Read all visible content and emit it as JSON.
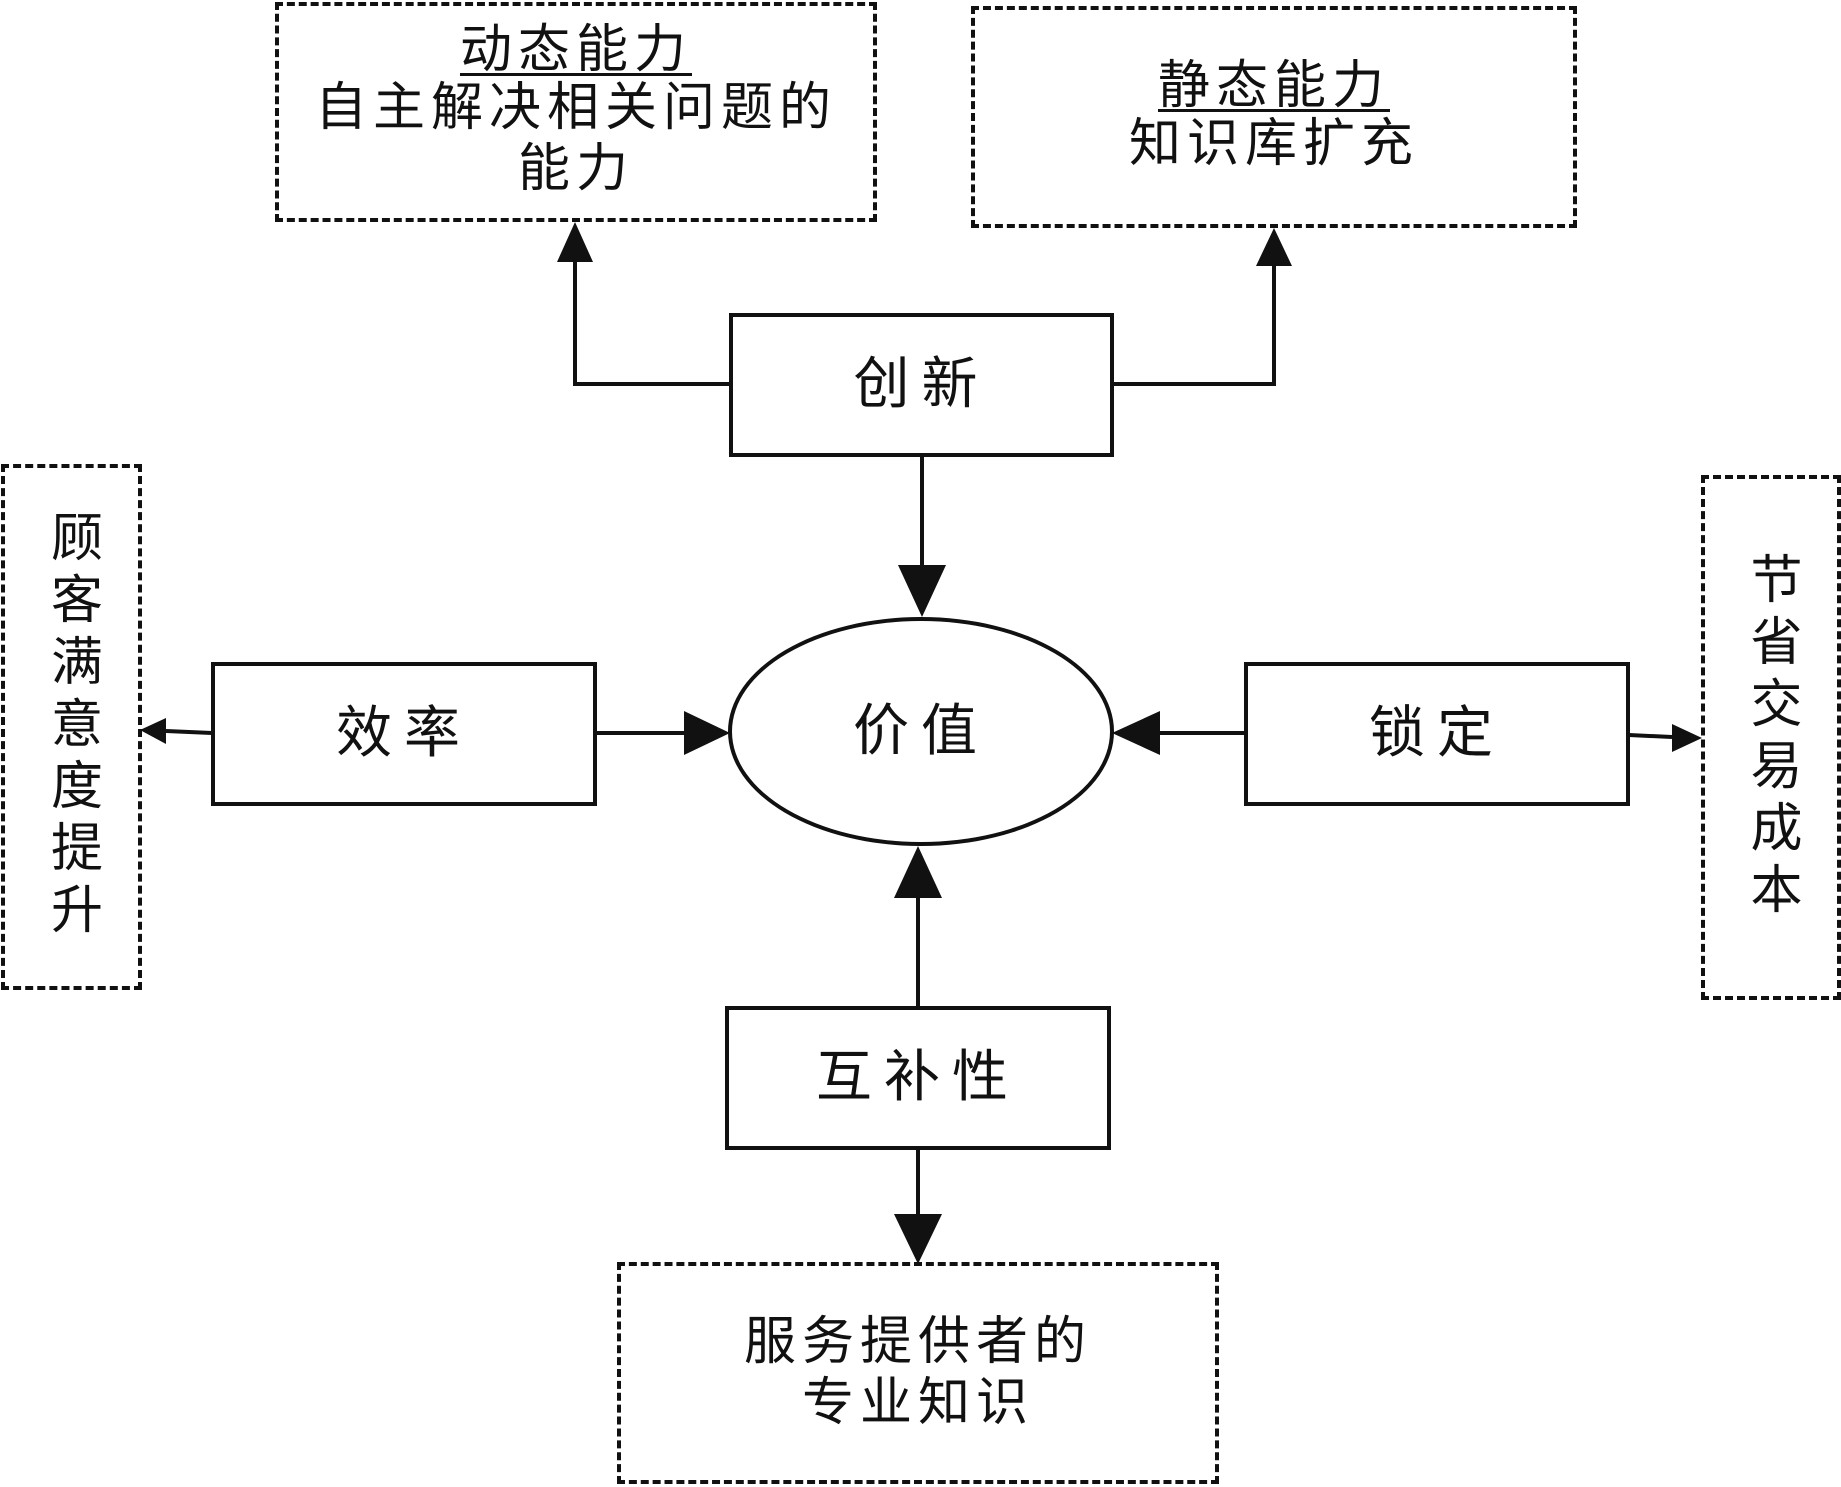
{
  "nodes": {
    "innovation": "创新",
    "value": "价值",
    "efficiency": "效率",
    "lock_in": "锁定",
    "complementarity": "互补性"
  },
  "outcomes": {
    "dynamic_capability": {
      "title": "动态能力",
      "lines": [
        "自主解决相关问题的",
        "能力"
      ]
    },
    "static_capability": {
      "title": "静态能力",
      "lines": [
        "知识库扩充"
      ]
    },
    "customer_satisfaction": "顾客满意度提升",
    "transaction_cost": "节省交易成本",
    "provider_knowledge": {
      "lines": [
        "服务提供者的",
        "专业知识"
      ]
    }
  },
  "colors": {
    "stroke": "#111111",
    "background": "#ffffff"
  }
}
